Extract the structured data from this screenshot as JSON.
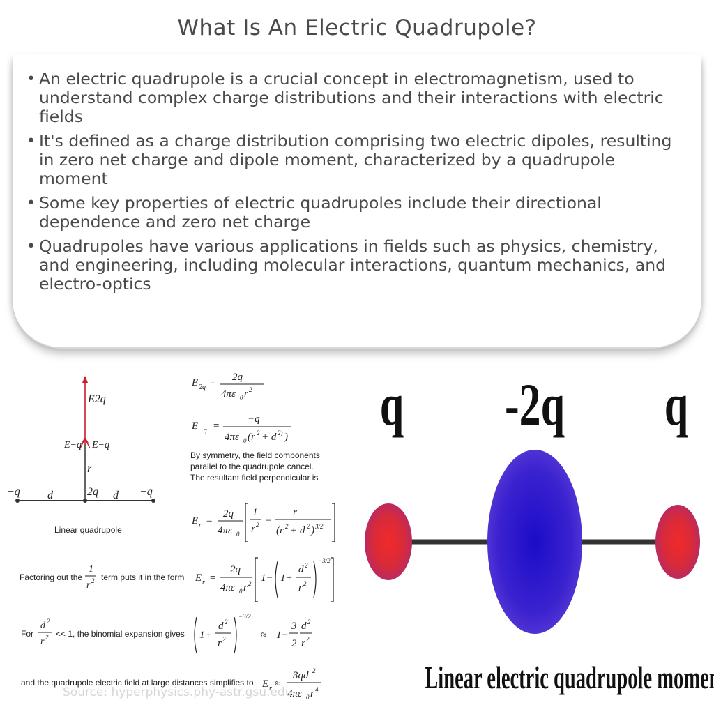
{
  "title": "What Is An Electric Quadrupole?",
  "bullets": [
    "An electric quadrupole is a crucial concept in electromagnetism, used to understand complex charge distributions and their interactions with electric fields",
    "It's defined as a charge distribution comprising two electric dipoles, resulting in zero net charge and dipole moment, characterized by a quadrupole moment",
    "Some key properties of electric quadrupoles include their directional dependence and zero net charge",
    "Quadrupoles have various applications in fields such as physics, chemistry, and engineering, including molecular interactions, quantum mechanics, and electro-optics"
  ],
  "hyperphysics": {
    "diagram_caption": "Linear quadrupole",
    "charge_left": "−q",
    "charge_center": "2q",
    "charge_right": "−q",
    "distance": "d",
    "radius": "r",
    "field_2q": "E2q",
    "field_minus_q": "E−q",
    "symmetry_text_1": "By symmetry, the field components",
    "symmetry_text_2": "parallel to the quadrupole cancel.",
    "symmetry_text_3": "The resultant field perpendicular is",
    "factoring_text_a": "Factoring out the",
    "factoring_text_b": "term puts it in the form",
    "for_text": "For",
    "binomial_text": "<< 1, the binomial expansion gives",
    "final_text": "and the quadrupole electric field at large distances simplifies to"
  },
  "source": "Source: hyperphysics.phy-astr.gsu.edu",
  "molecule": {
    "label_left": "q",
    "label_center": "-2q",
    "label_right": "q",
    "caption": "Linear electric quadrupole moment",
    "colors": {
      "outer_charge": "#e0202a",
      "center_charge": "#2a16c8",
      "bond": "#333333"
    }
  }
}
